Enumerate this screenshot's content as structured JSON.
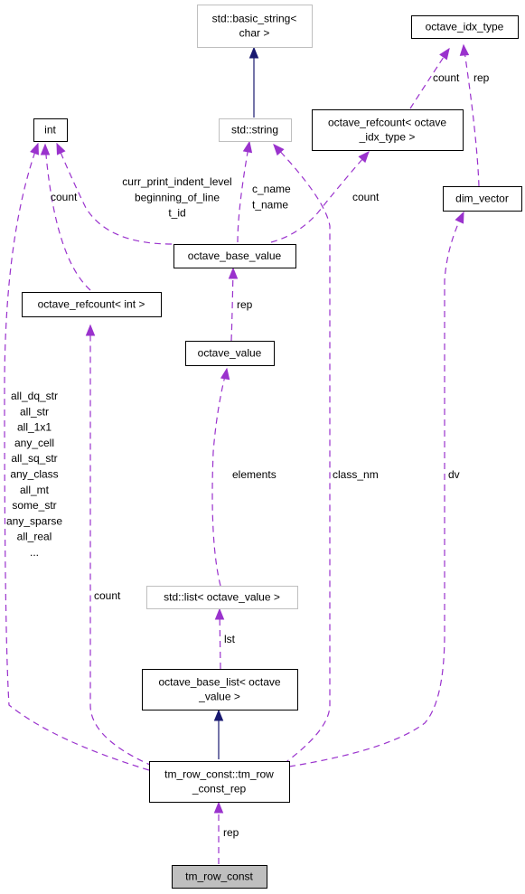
{
  "nodes": {
    "basic_string": [
      "std::basic_string<",
      "char >"
    ],
    "octave_idx_type": [
      "octave_idx_type"
    ],
    "int": [
      "int"
    ],
    "std_string": [
      "std::string"
    ],
    "refcount_idx": [
      "octave_refcount< octave",
      "_idx_type >"
    ],
    "dim_vector": [
      "dim_vector"
    ],
    "octave_base_value": [
      "octave_base_value"
    ],
    "refcount_int": [
      "octave_refcount< int >"
    ],
    "octave_value": [
      "octave_value"
    ],
    "std_list": [
      "std::list< octave_value >"
    ],
    "octave_base_list": [
      "octave_base_list< octave",
      "_value >"
    ],
    "tm_row_const_rep": [
      "tm_row_const::tm_row",
      "_const_rep"
    ],
    "tm_row_const": [
      "tm_row_const"
    ]
  },
  "edge_labels": {
    "count_a": [
      "count"
    ],
    "rep_a": [
      "rep"
    ],
    "count_b": [
      "count"
    ],
    "obv_int": [
      "curr_print_indent_level",
      "beginning_of_line",
      "t_id"
    ],
    "obv_string": [
      "c_name",
      "t_name"
    ],
    "count_c": [
      "count"
    ],
    "rep_b": [
      "rep"
    ],
    "many": [
      "all_dq_str",
      "all_str",
      "all_1x1",
      "any_cell",
      "all_sq_str",
      "any_class",
      "all_mt",
      "some_str",
      "any_sparse",
      "all_real",
      "..."
    ],
    "count_d": [
      "count"
    ],
    "elements": [
      "elements"
    ],
    "class_nm": [
      "class_nm"
    ],
    "dv": [
      "dv"
    ],
    "lst": [
      "lst"
    ],
    "rep_c": [
      "rep"
    ]
  },
  "colors": {
    "usage_edge": "#9a32cd",
    "inherit_edge": "#191970",
    "node_border": "#000000",
    "external_border": "#bfbfbf",
    "focus_fill": "#bfbfbf"
  }
}
